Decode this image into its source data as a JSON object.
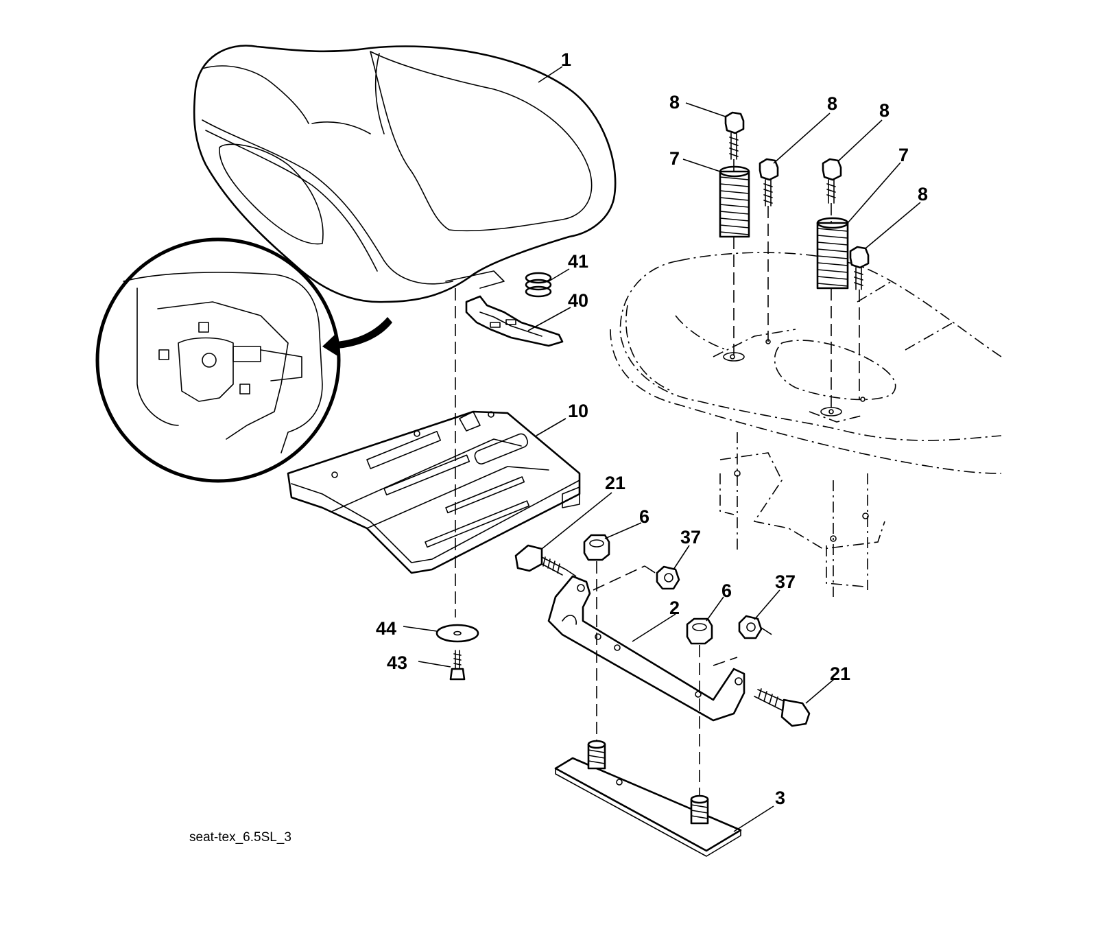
{
  "diagram": {
    "caption": "seat-tex_6.5SL_3",
    "callouts": [
      {
        "id": "1",
        "text": "1"
      },
      {
        "id": "8a",
        "text": "8"
      },
      {
        "id": "8b",
        "text": "8"
      },
      {
        "id": "8c",
        "text": "8"
      },
      {
        "id": "8d",
        "text": "8"
      },
      {
        "id": "7a",
        "text": "7"
      },
      {
        "id": "7b",
        "text": "7"
      },
      {
        "id": "41",
        "text": "41"
      },
      {
        "id": "40",
        "text": "40"
      },
      {
        "id": "10",
        "text": "10"
      },
      {
        "id": "21a",
        "text": "21"
      },
      {
        "id": "21b",
        "text": "21"
      },
      {
        "id": "6a",
        "text": "6"
      },
      {
        "id": "6b",
        "text": "6"
      },
      {
        "id": "37a",
        "text": "37"
      },
      {
        "id": "37b",
        "text": "37"
      },
      {
        "id": "2",
        "text": "2"
      },
      {
        "id": "44",
        "text": "44"
      },
      {
        "id": "43",
        "text": "43"
      },
      {
        "id": "3",
        "text": "3"
      }
    ]
  }
}
